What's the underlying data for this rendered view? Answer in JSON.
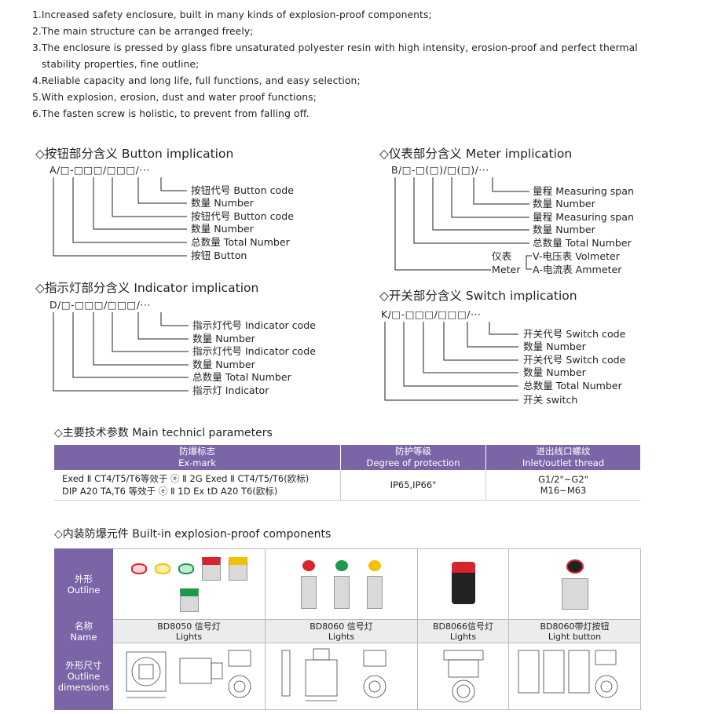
{
  "features": [
    "1.Increased safety enclosure, built in many kinds of explosion-proof components;",
    "2.The main structure can be arranged freely;",
    "3.The enclosure is pressed by glass fibre unsaturated polyester resin with high intensity, erosion-proof and perfect thermal",
    "stability properties, fine outline;",
    "4.Reliable capacity and long life, full functions, and easy selection;",
    "5.With explosion, erosion, dust and water proof functions;",
    "6.The fasten screw is holistic, to prevent from falling off."
  ],
  "button": {
    "title": "◇按钮部分含义 Button implication",
    "code": "A/□-□□□/□□□/···",
    "labels": [
      "按钮代号 Button code",
      "数量 Number",
      "按钮代号 Button code",
      "数量 Number",
      "总数量 Total Number",
      "按钮 Button"
    ]
  },
  "indicator": {
    "title": "◇指示灯部分含义 Indicator implication",
    "code": "D/□-□□□/□□□/···",
    "labels": [
      "指示灯代号 Indicator code",
      "数量 Number",
      "指示灯代号 Indicator code",
      "数量 Number",
      "总数量 Total Number",
      "指示灯 Indicator"
    ]
  },
  "meter": {
    "title": "◇仪表部分含义 Meter implication",
    "code": "B/□-□(□)/□(□)/···",
    "labels": [
      "量程 Measuring span",
      "数量 Number",
      "量程 Measuring span",
      "数量 Number",
      "总数量 Total Number"
    ],
    "meter_cn": "仪表",
    "meter_en": "Meter",
    "volt": "V-电压表 Volmeter",
    "amm": "A-电流表 Ammeter"
  },
  "switch": {
    "title": "◇开关部分含义 Switch implication",
    "code": "K/□-□□□/□□□/···",
    "labels": [
      "开关代号 Switch code",
      "数量 Number",
      "开关代号 Switch code",
      "数量 Number",
      "总数量 Total Number",
      "开关 switch"
    ]
  },
  "params": {
    "title": "◇主要技术参数 Main technicl parameters",
    "headers": [
      {
        "cn": "防爆标志",
        "en": "Ex-mark"
      },
      {
        "cn": "防护等级",
        "en": "Degree of protection"
      },
      {
        "cn": "进出线口螺纹",
        "en": "Inlet/outlet thread"
      }
    ],
    "exmark_1": "Exed Ⅱ CT4/T5/T6等效于 ⓔ Ⅱ 2G Exed Ⅱ CT4/T5/T6(欧标)",
    "exmark_2": "DIP A20 TA,T6 等效于 ⓔ Ⅱ 1D Ex tD A20 T6(欧标)",
    "protection": "IP65,IP66\"",
    "thread_1": "G1/2\"~G2\"",
    "thread_2": "M16~M63"
  },
  "components": {
    "title": "◇内装防爆元件 Built-in explosion-proof components",
    "row_outline": {
      "cn": "外形",
      "en": "Outline"
    },
    "row_name": {
      "cn": "名称",
      "en": "Name"
    },
    "row_dims": {
      "cn": "外形尺寸",
      "en1": "Outline",
      "en2": "dimensions"
    },
    "items": [
      {
        "model": "BD8050 信号灯",
        "name": "Lights"
      },
      {
        "model": "BD8060 信号灯",
        "name": "Lights"
      },
      {
        "model": "BD8066信号灯",
        "name": "Lights"
      },
      {
        "model": "BD8060带灯按钮",
        "name": "Light button"
      }
    ],
    "lamp_colors": [
      "#d9232d",
      "#f2c200",
      "#1a9a4a"
    ]
  }
}
